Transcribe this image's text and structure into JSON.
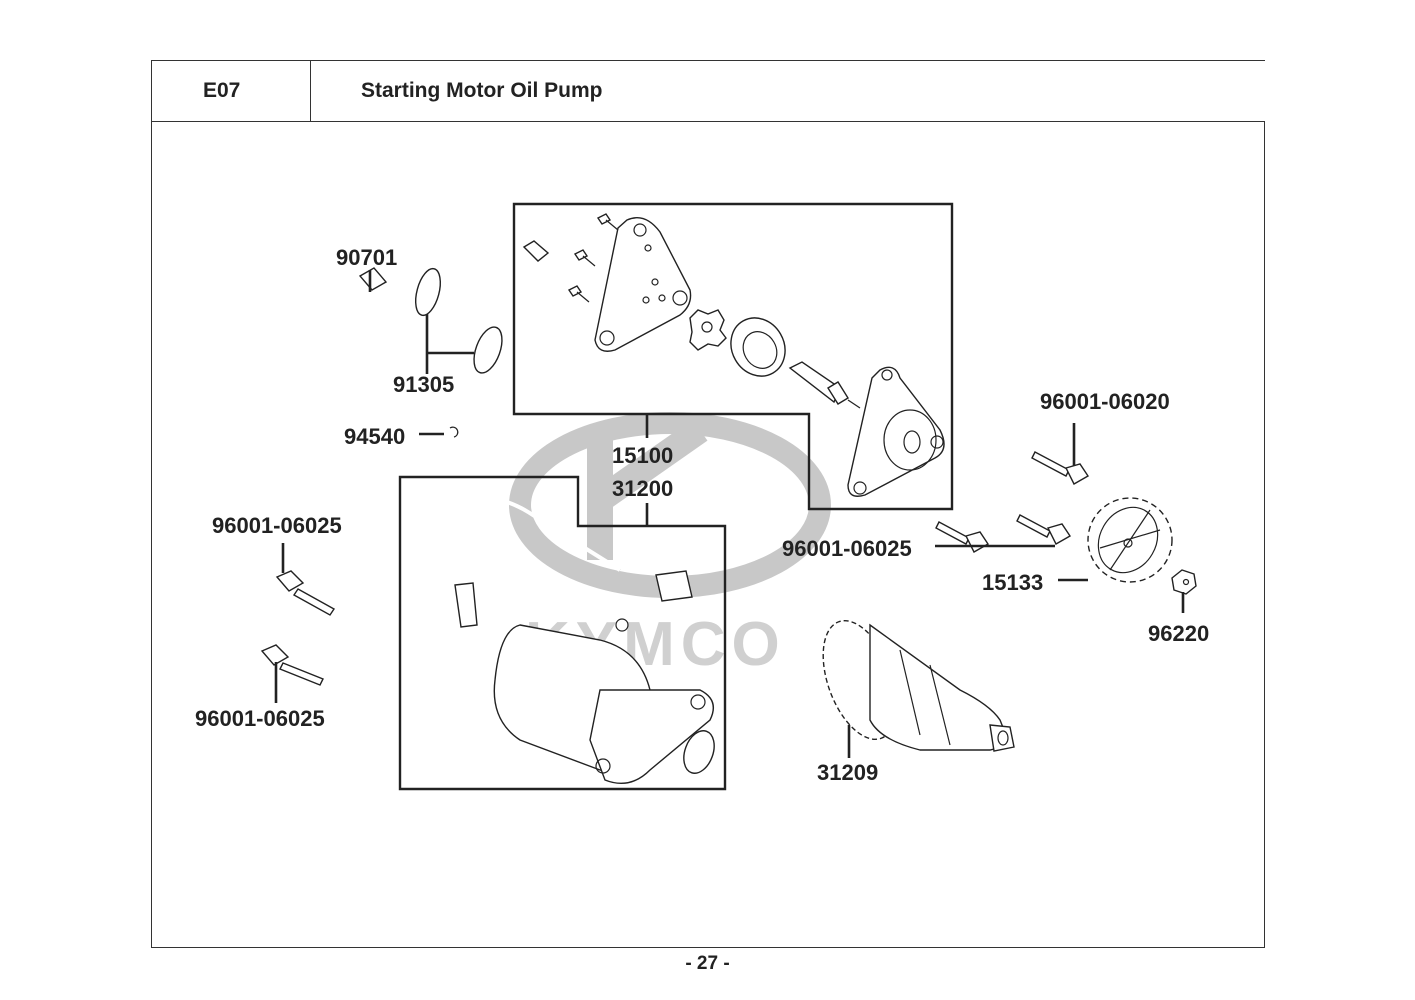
{
  "header": {
    "section_code": "E07",
    "section_title": "Starting Motor  Oil Pump"
  },
  "watermark": {
    "brand": "KYMCO",
    "color": "#c8c8c8"
  },
  "callouts": [
    {
      "id": "90701",
      "label": "90701",
      "part": "dowel pin"
    },
    {
      "id": "91305",
      "label": "91305",
      "part": "o-ring (x2)"
    },
    {
      "id": "94540",
      "label": "94540",
      "part": "circlip"
    },
    {
      "id": "15100",
      "label": "15100",
      "part": "oil pump assembly (group)"
    },
    {
      "id": "31200",
      "label": "31200",
      "part": "starting motor assembly (group)"
    },
    {
      "id": "96001-06025-a",
      "label": "96001-06025",
      "part": "flange bolt (upper left)"
    },
    {
      "id": "96001-06025-b",
      "label": "96001-06025",
      "part": "flange bolt (lower left)"
    },
    {
      "id": "96001-06025-c",
      "label": "96001-06025",
      "part": "flange bolts (x2, right)"
    },
    {
      "id": "96001-06020",
      "label": "96001-06020",
      "part": "flange bolt"
    },
    {
      "id": "15133",
      "label": "15133",
      "part": "oil pump sprocket"
    },
    {
      "id": "96220",
      "label": "96220",
      "part": "nut"
    },
    {
      "id": "31209",
      "label": "31209",
      "part": "starter clutch / drive gear"
    }
  ],
  "footer": {
    "page_number": "- 27 -"
  }
}
